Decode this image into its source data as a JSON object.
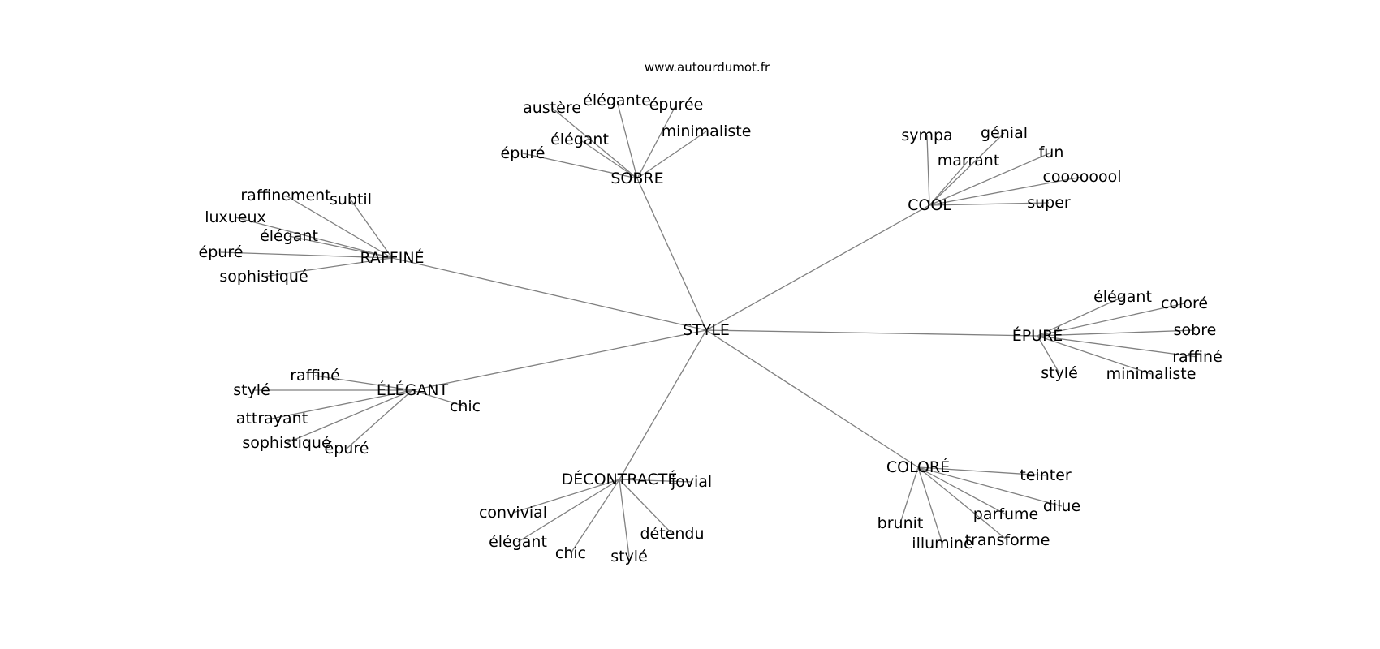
{
  "watermark": "www.autourdumot.fr",
  "colors": {
    "edge": "#808080",
    "text": "#000000",
    "background": "#ffffff"
  },
  "root": "STYLE",
  "groups": [
    {
      "label": "SOBRE",
      "children": [
        "austère",
        "élégante",
        "épurée",
        "élégant",
        "minimaliste",
        "épuré"
      ]
    },
    {
      "label": "COOL",
      "children": [
        "sympa",
        "génial",
        "marrant",
        "fun",
        "coooooool",
        "super"
      ]
    },
    {
      "label": "RAFFINÉ",
      "children": [
        "raffinement",
        "subtil",
        "luxueux",
        "élégant",
        "épuré",
        "sophistiqué"
      ]
    },
    {
      "label": "ÉPURÉ",
      "children": [
        "élégant",
        "coloré",
        "sobre",
        "raffiné",
        "stylé",
        "minimaliste"
      ]
    },
    {
      "label": "ÉLÉGANT",
      "children": [
        "raffiné",
        "stylé",
        "chic",
        "attrayant",
        "sophistiqué",
        "épuré"
      ]
    },
    {
      "label": "DÉCONTRACTÉ",
      "children": [
        "jovial",
        "convivial",
        "détendu",
        "élégant",
        "chic",
        "stylé"
      ]
    },
    {
      "label": "COLORÉ",
      "children": [
        "teinter",
        "dilue",
        "parfume",
        "brunit",
        "transforme",
        "illumine"
      ]
    }
  ]
}
